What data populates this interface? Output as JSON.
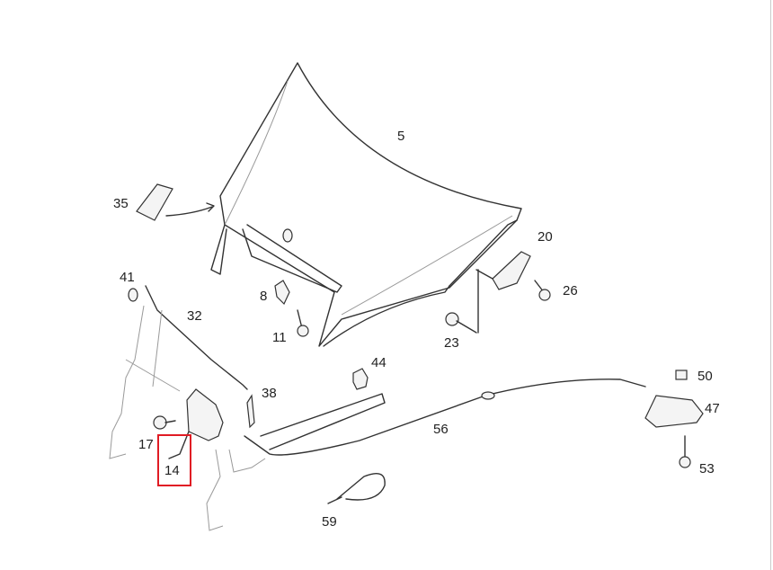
{
  "diagram": {
    "title": "Hood and hood lock parts diagram",
    "highlight_color": "#e01b24",
    "highlighted_part": "14",
    "parts": [
      {
        "id": "5"
      },
      {
        "id": "35"
      },
      {
        "id": "20"
      },
      {
        "id": "41"
      },
      {
        "id": "8"
      },
      {
        "id": "26"
      },
      {
        "id": "32"
      },
      {
        "id": "11"
      },
      {
        "id": "23"
      },
      {
        "id": "44"
      },
      {
        "id": "50"
      },
      {
        "id": "38"
      },
      {
        "id": "47"
      },
      {
        "id": "56"
      },
      {
        "id": "17"
      },
      {
        "id": "14"
      },
      {
        "id": "53"
      },
      {
        "id": "59"
      }
    ]
  }
}
